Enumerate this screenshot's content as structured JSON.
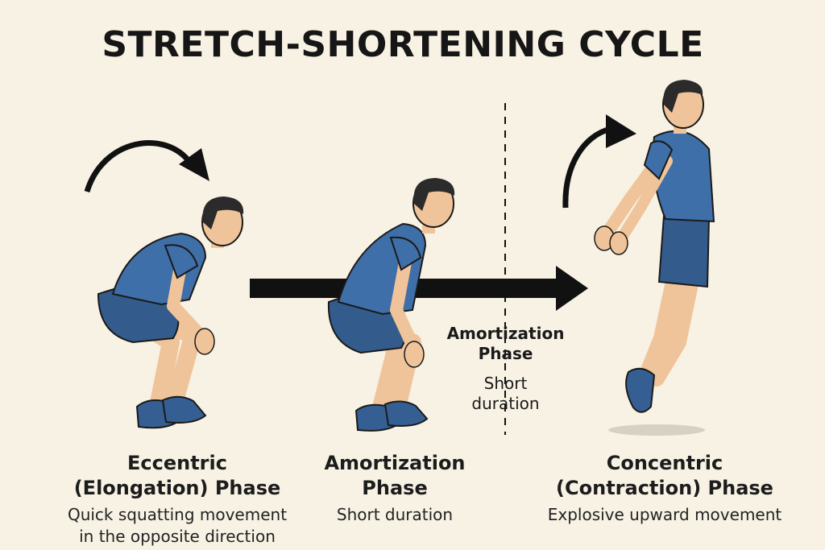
{
  "title": "STRETCH-SHORTENING CYCLE",
  "phases": [
    {
      "heading_line1": "Eccentric",
      "heading_line2": "(Elongation) Phase",
      "desc_line1": "Quick squatting movement",
      "desc_line2": "in the opposite direction"
    },
    {
      "heading_line1": "Amortization",
      "heading_line2": "Phase",
      "desc_line1": "Short duration"
    },
    {
      "heading_line1": "Concentric",
      "heading_line2": "(Contraction) Phase",
      "desc_line1": "Explosive upward movement"
    }
  ],
  "mid_label": {
    "heading_line1": "Amortization",
    "heading_line2": "Phase",
    "desc_line1": "Short",
    "desc_line2": "duration"
  },
  "colors": {
    "background": "#f8f2e4",
    "shirt": "#3f6fa8",
    "shorts": "#335c8c",
    "skin": "#f0c49a",
    "hair": "#2b2b2b",
    "arrow": "#111111"
  }
}
